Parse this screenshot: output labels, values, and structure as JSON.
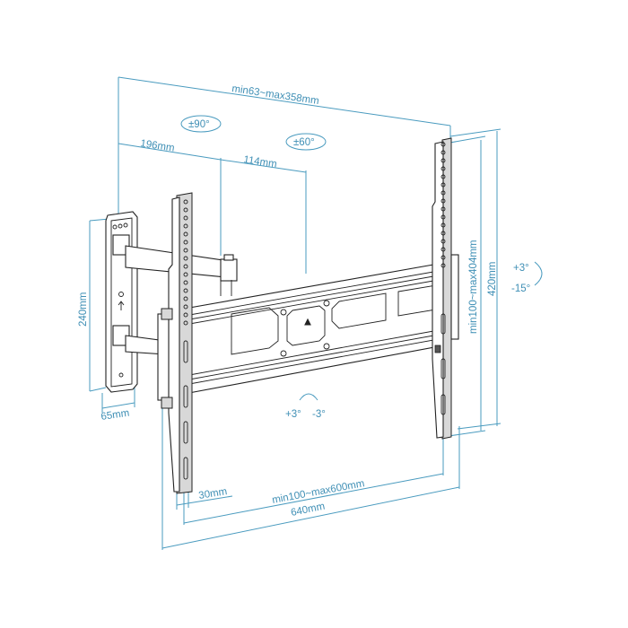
{
  "diagram": {
    "subject": "Full-motion TV wall mount with articulating arm",
    "colors": {
      "dimension_line": "#4a9bbf",
      "label": "#3f8fb5",
      "drawing_ink": "#222222"
    },
    "dimensions": {
      "arm_extension": "min63~max358mm",
      "arm_segment_1": "196mm",
      "arm_segment_2": "114mm",
      "wall_plate_height": "240mm",
      "wall_plate_width": "65mm",
      "vesa_vertical": "min100~max404mm",
      "bracket_height": "420mm",
      "vesa_horizontal": "min100~max600mm",
      "overall_width": "640mm",
      "bracket_width": "30mm"
    },
    "rotations": {
      "swivel_arm": "±90°",
      "swivel_head": "±60°",
      "tilt_up": "+3°",
      "tilt_down": "-15°",
      "level_plus": "+3°",
      "level_minus": "-3°"
    }
  }
}
